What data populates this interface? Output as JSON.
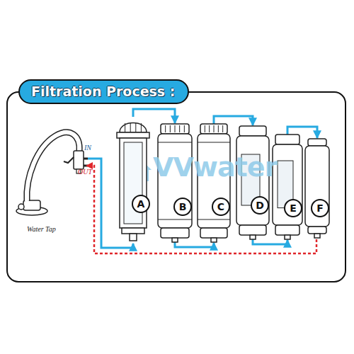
{
  "diagram": {
    "title": "Filtration Process :",
    "nodes": [
      {
        "text": [
          "A"
        ]
      },
      {
        "text": [
          "B"
        ]
      },
      {
        "text": [
          "C"
        ]
      },
      {
        "text": [
          "D"
        ]
      },
      {
        "text": [
          "E"
        ]
      },
      {
        "text": [
          "F"
        ]
      }
    ],
    "edges": [
      {
        "from": 0,
        "to": 1,
        "arrow": "to"
      },
      {
        "from": 1,
        "to": 2,
        "arrow": "to"
      },
      {
        "from": 2,
        "to": 3,
        "arrow": "to"
      },
      {
        "from": 3,
        "to": 4,
        "arrow": "to"
      },
      {
        "from": 4,
        "to": 5,
        "arrow": "to"
      }
    ],
    "labels": [
      "IN",
      "OUT",
      "Water Tap",
      "VVwater"
    ]
  }
}
